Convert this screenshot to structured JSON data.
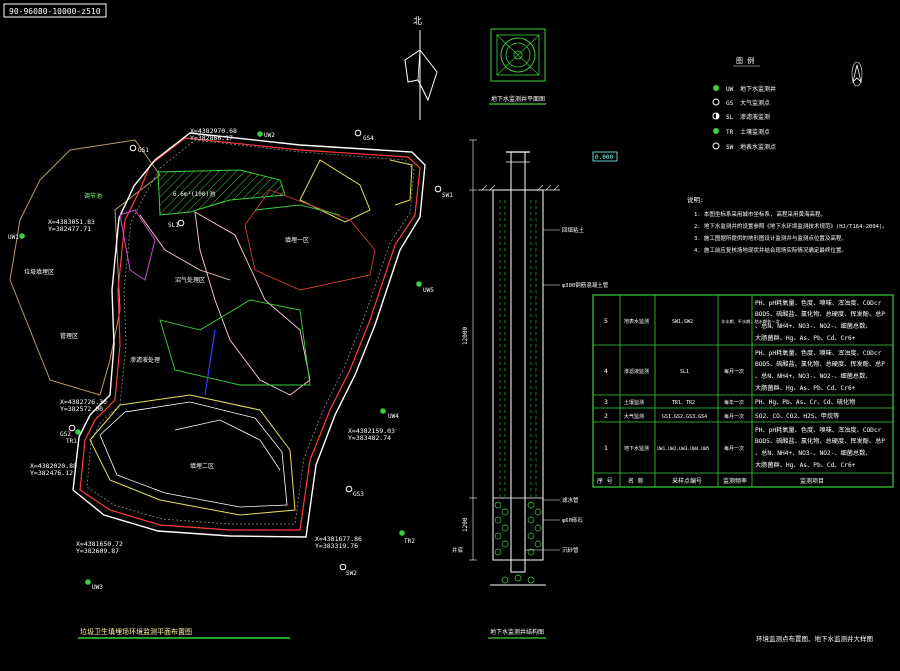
{
  "drawing_code": "90-96080-10000-z510",
  "north_label": "北",
  "legend": {
    "title": "图 例",
    "items": [
      {
        "code": "UW",
        "desc": "地下水监测井"
      },
      {
        "code": "GS",
        "desc": "大气监测点"
      },
      {
        "code": "SL",
        "desc": "渗滤液监测"
      },
      {
        "code": "TR",
        "desc": "土壤监测点"
      },
      {
        "code": "SW",
        "desc": "地表水监测点"
      }
    ]
  },
  "notes": {
    "title": "说明:",
    "lines": [
      "1. 本图坐标系采用城市坐标系, 高程采用黄海高程。",
      "2. 地下水监测井的设置参照《地下水环境监测技术规范》(HJ/T164-2004)。",
      "3. 施工图据所提供的地形图设计监测井与监测点位置及高程。",
      "4. 施工前应复核场地现状并结合现场实际情况确定最终位置。"
    ]
  },
  "table": {
    "header": [
      "序 号",
      "名 称",
      "采样点编号",
      "监测频率",
      "监测项目"
    ],
    "rows": [
      {
        "no": "5",
        "name": "地表水监测",
        "points": "SW1.SW2",
        "freq": "丰水期、平水期、枯水期各一次",
        "items": [
          "PH、pH耗氧量、色度、嗅味、浑浊度、CODcr",
          "BOD5、硫酸盐、氯化物、总硬度、挥发酚、总P",
          "、总N、NH4+、NO3-、NO2-、细菌总数、",
          "大肠菌群、Hg、As、Pb、Cd、Cr6+"
        ]
      },
      {
        "no": "4",
        "name": "渗滤液监测",
        "points": "SL1",
        "freq": "每月一次",
        "items": [
          "PH、pH耗氧量、色度、嗅味、浑浊度、CODcr",
          "BOD5、硫酸盐、氯化物、总硬度、挥发酚、总P",
          "、总N、NH4+、NO3-、NO2-、细菌总数、",
          "大肠菌群、Hg、As、Pb、Cd、Cr6+"
        ]
      },
      {
        "no": "3",
        "name": "土壤监测",
        "points": "TR1、TR2",
        "freq": "每年一次",
        "items": [
          "PH、Hg、Pb、As、Cr、Cd、硫化物"
        ]
      },
      {
        "no": "2",
        "name": "大气监测",
        "points": "GS1.GS2.GS3.GS4",
        "freq": "每月一次",
        "items": [
          "SO2、CO、CO2、H2S、甲烷等"
        ]
      },
      {
        "no": "1",
        "name": "地下水监测",
        "points": "UW1.UW2.UW3.UW4.UW5",
        "freq": "每月一次",
        "items": [
          "PH、pH耗氧量、色度、嗅味、浑浊度、CODcr",
          "BOD5、硫酸盐、氯化物、总硬度、挥发酚、总P",
          "、总N、NH4+、NO3-、NO2-、细菌总数、",
          "大肠菌群、Hg、As、Pb、Cd、Cr6+"
        ]
      }
    ]
  },
  "map": {
    "coords": [
      {
        "x": "X=4382970.68",
        "y": "Y=382866.17"
      },
      {
        "x": "X=4383051.83",
        "y": "Y=382477.71"
      },
      {
        "x": "X=4382726.30",
        "y": "Y=382572.00"
      },
      {
        "x": "X=4382159.03",
        "y": "Y=383482.74"
      },
      {
        "x": "X=4382020.88",
        "y": "Y=382476.12"
      },
      {
        "x": "X=4381650.72",
        "y": "Y=382609.87"
      },
      {
        "x": "X=4381677.86",
        "y": "Y=383319.76"
      }
    ],
    "points": [
      "UW1",
      "UW2",
      "UW3",
      "UW4",
      "UW5",
      "GS1",
      "GS2",
      "GS3",
      "GS4",
      "SL1",
      "TR1",
      "TR2",
      "SW1",
      "SW2"
    ],
    "zone_labels": [
      "垃圾填埋区",
      "调节池",
      "填埋一区",
      "填埋二区",
      "管理区",
      "沼气处理区",
      "渗滤液处理"
    ],
    "pond_label": "6.6m³(100)池"
  },
  "section": {
    "plan_title": "地下水监测井平面图",
    "section_title": "地下水监测井结构图",
    "elev_tag": "0.000",
    "labels": [
      "回填粘土",
      "φ300钢筋混凝土管",
      "滤水管",
      "φ60砾石",
      "沉砂管",
      "井底"
    ],
    "depth_text": "12000",
    "bottom_text": "1200"
  },
  "map_title": "垃圾卫生填埋场环境监测平面布置图",
  "sheet_title": "环境监测点布置图、地下水监测井大样图"
}
